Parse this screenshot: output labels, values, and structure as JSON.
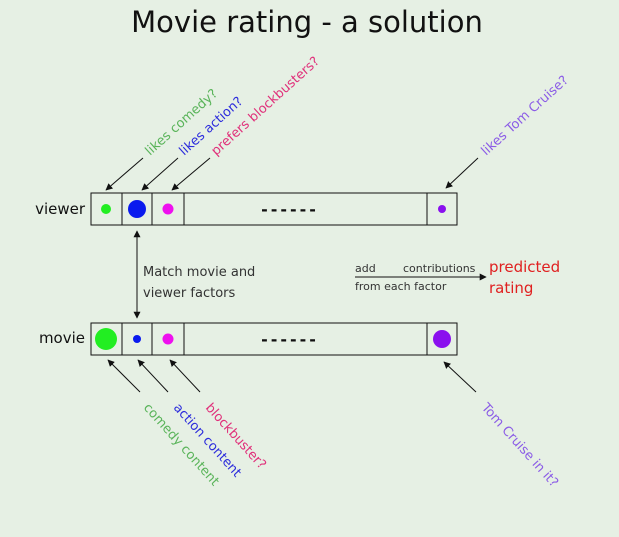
{
  "title": "Movie rating - a solution",
  "viewer_row": {
    "label": "viewer",
    "annotations": [
      "likes comedy?",
      "likes action?",
      "prefers blockbusters?",
      "likes Tom Cruise?"
    ],
    "colors": [
      "#5ab45a",
      "#2c2cdc",
      "#e0307a",
      "#8b5ce6"
    ],
    "dots": [
      "#22ee22",
      "#0a1aee",
      "#ee10ee",
      "#8a10ee"
    ],
    "ellipsis": "------"
  },
  "movie_row": {
    "label": "movie",
    "annotations": [
      "comedy content",
      "action content",
      "blockbuster?",
      "Tom Cruise in it?"
    ],
    "colors": [
      "#5ab45a",
      "#2c2cdc",
      "#e0307a",
      "#8b5ce6"
    ],
    "dots": [
      "#22ee22",
      "#0a1aee",
      "#ee10ee",
      "#8a10ee"
    ],
    "ellipsis": "------"
  },
  "match_note": [
    "Match movie and",
    "viewer factors"
  ],
  "add_note": {
    "add": "add",
    "contributions": "contributions",
    "from": "from each factor"
  },
  "predicted": {
    "line1": "predicted",
    "line2": "rating",
    "color": "#e02020"
  }
}
